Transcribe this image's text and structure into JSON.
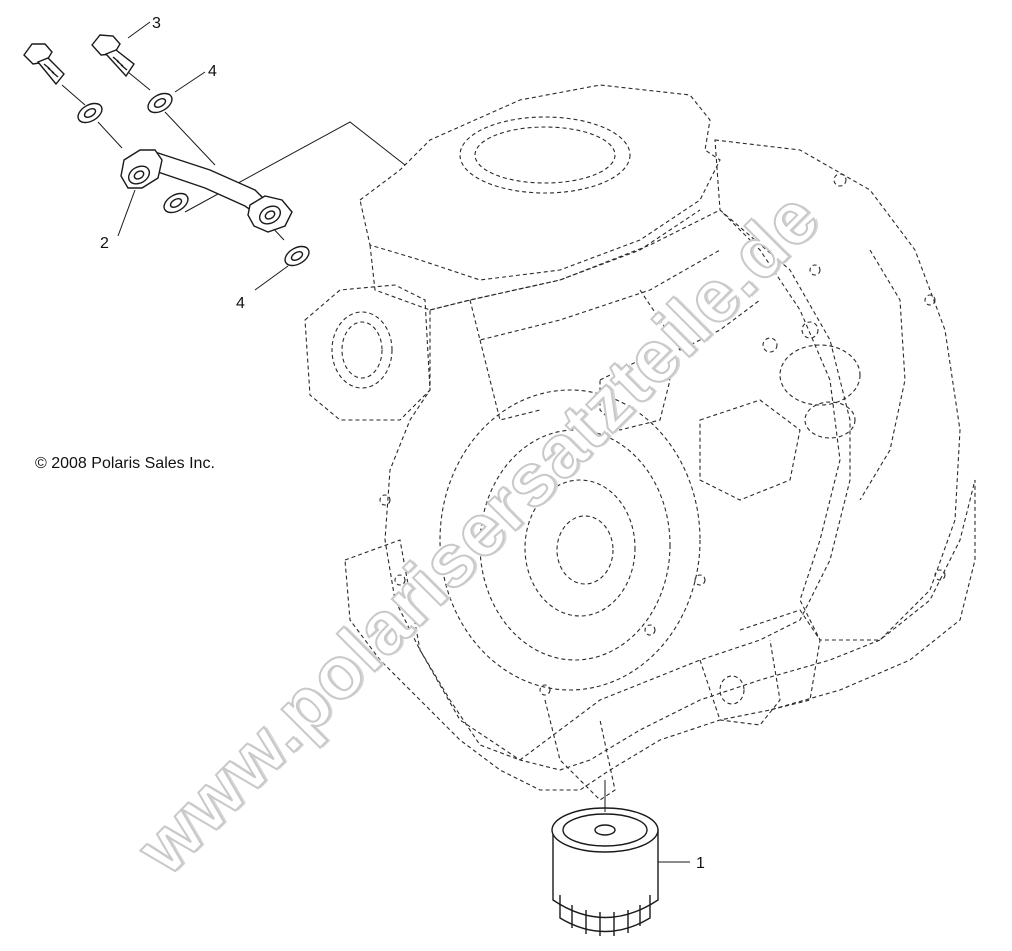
{
  "copyright": "© 2008 Polaris Sales Inc.",
  "watermark": "www.polarisersatzteile.de",
  "callouts": {
    "c1": "1",
    "c2": "2",
    "c3": "3",
    "c4a": "4",
    "c4b": "4"
  }
}
